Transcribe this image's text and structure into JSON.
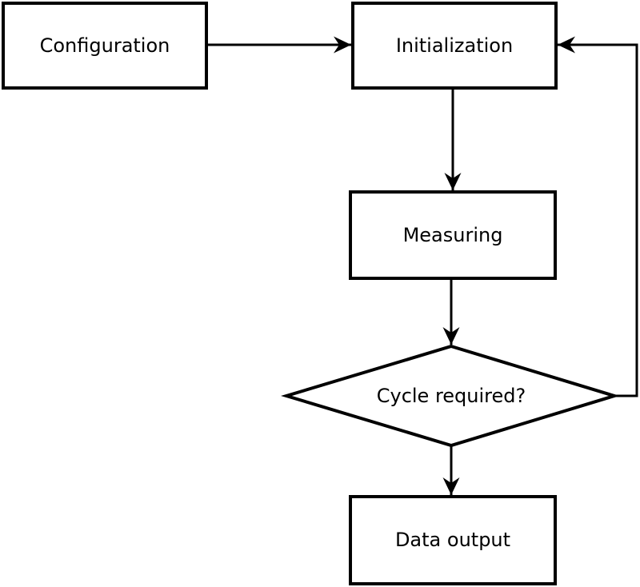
{
  "diagram": {
    "type": "flowchart",
    "background_color": "#ffffff",
    "stroke_color": "#000000",
    "node_fill_color": "#ffffff",
    "text_color": "#000000",
    "nodes": {
      "configuration": {
        "label": "Configuration",
        "shape": "rectangle"
      },
      "initialization": {
        "label": "Initialization",
        "shape": "rectangle"
      },
      "measuring": {
        "label": "Measuring",
        "shape": "rectangle"
      },
      "decision": {
        "label": "Cycle required?",
        "shape": "diamond"
      },
      "data_output": {
        "label": "Data output",
        "shape": "rectangle"
      }
    },
    "edges": [
      {
        "from": "configuration",
        "to": "initialization"
      },
      {
        "from": "initialization",
        "to": "measuring"
      },
      {
        "from": "measuring",
        "to": "decision"
      },
      {
        "from": "decision",
        "to": "data_output"
      },
      {
        "from": "decision",
        "to": "initialization",
        "note": "feedback loop"
      }
    ]
  }
}
